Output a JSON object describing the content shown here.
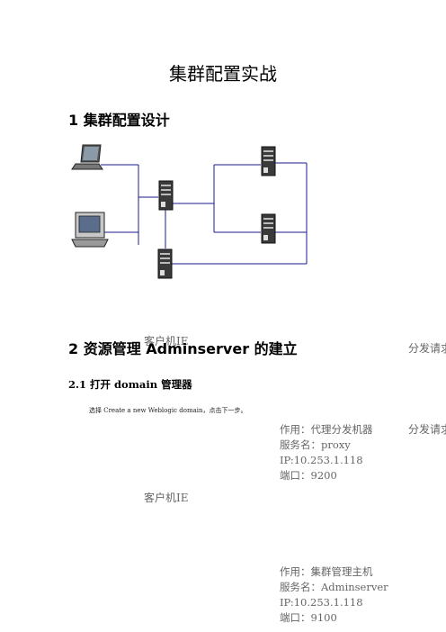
{
  "document": {
    "title": "集群配置实战",
    "section1": "1  集群配置设计",
    "section2": "2  资源管理 Adminserver 的建立",
    "section2_1": "2.1  打开 domain 管理器",
    "instruction": "选择 Create a new Weblogic domain，点击下一步。"
  },
  "diagram": {
    "label_client_overlap": "客户机IE",
    "label_client": "客户机IE",
    "label_dispatch_1": "分发请求",
    "label_dispatch_2": "分发请求",
    "proxy_info": {
      "role": "作用：代理分发机器",
      "service": "服务名：proxy",
      "ip": "IP:10.253.1.118",
      "port": "端口：9200"
    },
    "admin_info": {
      "role": "作用：集群管理主机",
      "service": "服务名：Adminserver",
      "ip": "IP:10.253.1.118",
      "port": "端口：9100"
    }
  },
  "colors": {
    "line": "#1a1a8c",
    "text_gray": "#666666"
  }
}
